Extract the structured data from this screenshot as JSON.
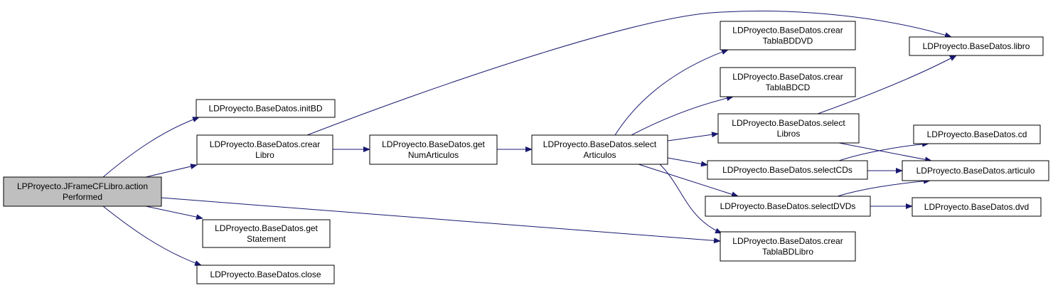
{
  "colors": {
    "edge": "#191970",
    "root_fill": "#bfbfbf",
    "node_fill": "#ffffff",
    "border": "#000000"
  },
  "nodes": {
    "action_performed": [
      "LPProyecto.JFrameCFLibro.action",
      "Performed"
    ],
    "init_bd": [
      "LDProyecto.BaseDatos.initBD"
    ],
    "crear_libro": [
      "LDProyecto.BaseDatos.crear",
      "Libro"
    ],
    "get_statement": [
      "LDProyecto.BaseDatos.get",
      "Statement"
    ],
    "close": [
      "LDProyecto.BaseDatos.close"
    ],
    "get_num_articulos": [
      "LDProyecto.BaseDatos.get",
      "NumArticulos"
    ],
    "select_articulos": [
      "LDProyecto.BaseDatos.select",
      "Articulos"
    ],
    "crear_tabla_bddvd": [
      "LDProyecto.BaseDatos.crear",
      "TablaBDDVD"
    ],
    "crear_tabla_bdcd": [
      "LDProyecto.BaseDatos.crear",
      "TablaBDCD"
    ],
    "select_libros": [
      "LDProyecto.BaseDatos.select",
      "Libros"
    ],
    "select_cds": [
      "LDProyecto.BaseDatos.selectCDs"
    ],
    "select_dvds": [
      "LDProyecto.BaseDatos.selectDVDs"
    ],
    "crear_tabla_bdlibro": [
      "LDProyecto.BaseDatos.crear",
      "TablaBDLibro"
    ],
    "libro": [
      "LDProyecto.BaseDatos.libro"
    ],
    "cd": [
      "LDProyecto.BaseDatos.cd"
    ],
    "articulo": [
      "LDProyecto.BaseDatos.articulo"
    ],
    "dvd": [
      "LDProyecto.BaseDatos.dvd"
    ]
  },
  "edges": [
    [
      "action_performed",
      "init_bd"
    ],
    [
      "action_performed",
      "crear_libro"
    ],
    [
      "action_performed",
      "crear_tabla_bdlibro"
    ],
    [
      "action_performed",
      "get_statement"
    ],
    [
      "action_performed",
      "close"
    ],
    [
      "crear_libro",
      "libro"
    ],
    [
      "crear_libro",
      "get_num_articulos"
    ],
    [
      "get_num_articulos",
      "select_articulos"
    ],
    [
      "select_articulos",
      "crear_tabla_bddvd"
    ],
    [
      "select_articulos",
      "crear_tabla_bdcd"
    ],
    [
      "select_articulos",
      "select_libros"
    ],
    [
      "select_articulos",
      "select_cds"
    ],
    [
      "select_articulos",
      "select_dvds"
    ],
    [
      "select_articulos",
      "crear_tabla_bdlibro"
    ],
    [
      "select_libros",
      "libro"
    ],
    [
      "select_libros",
      "articulo"
    ],
    [
      "select_cds",
      "cd"
    ],
    [
      "select_cds",
      "articulo"
    ],
    [
      "select_dvds",
      "articulo"
    ],
    [
      "select_dvds",
      "dvd"
    ]
  ]
}
